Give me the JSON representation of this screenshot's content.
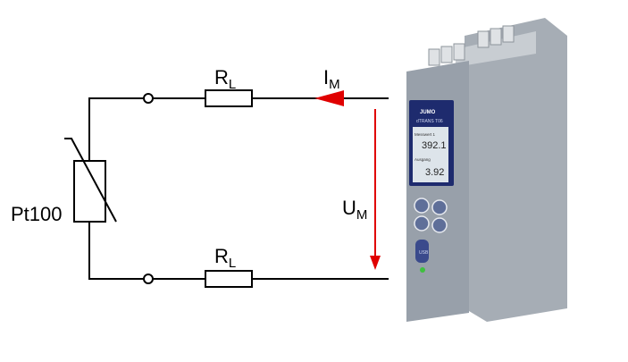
{
  "labels": {
    "pt100": "Pt100",
    "rl_top": "R",
    "rl_top_sub": "L",
    "rl_bottom": "R",
    "rl_bottom_sub": "L",
    "im": "I",
    "im_sub": "M",
    "um": "U",
    "um_sub": "M"
  },
  "device": {
    "brand": "JUMO",
    "model": "dTRANS T06",
    "line1_label": "Messwert 1",
    "line1_value": "392.1",
    "line2_label": "Ausgang",
    "line2_value": "3.92",
    "usb": "USB"
  },
  "colors": {
    "arrow": "#e00000",
    "wire": "#000000",
    "display": "#1e2b6e",
    "housing": "#9aa1aa"
  }
}
